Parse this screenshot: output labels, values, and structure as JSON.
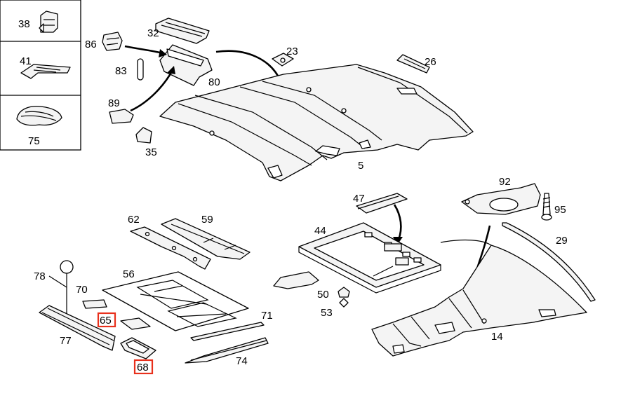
{
  "diagram": {
    "labels": {
      "l38": "38",
      "l41": "41",
      "l75": "75",
      "l86": "86",
      "l32": "32",
      "l83": "83",
      "l80": "80",
      "l89": "89",
      "l35": "35",
      "l23": "23",
      "l26": "26",
      "l5": "5",
      "l47": "47",
      "l92": "92",
      "l95": "95",
      "l62": "62",
      "l59": "59",
      "l44": "44",
      "l29": "29",
      "l78": "78",
      "l56": "56",
      "l70": "70",
      "l50": "50",
      "l53": "53",
      "l65": "65",
      "l71": "71",
      "l14": "14",
      "l77": "77",
      "l74": "74",
      "l68": "68"
    },
    "highlighted": [
      "65",
      "68"
    ],
    "highlight_color": "#e8301c"
  }
}
